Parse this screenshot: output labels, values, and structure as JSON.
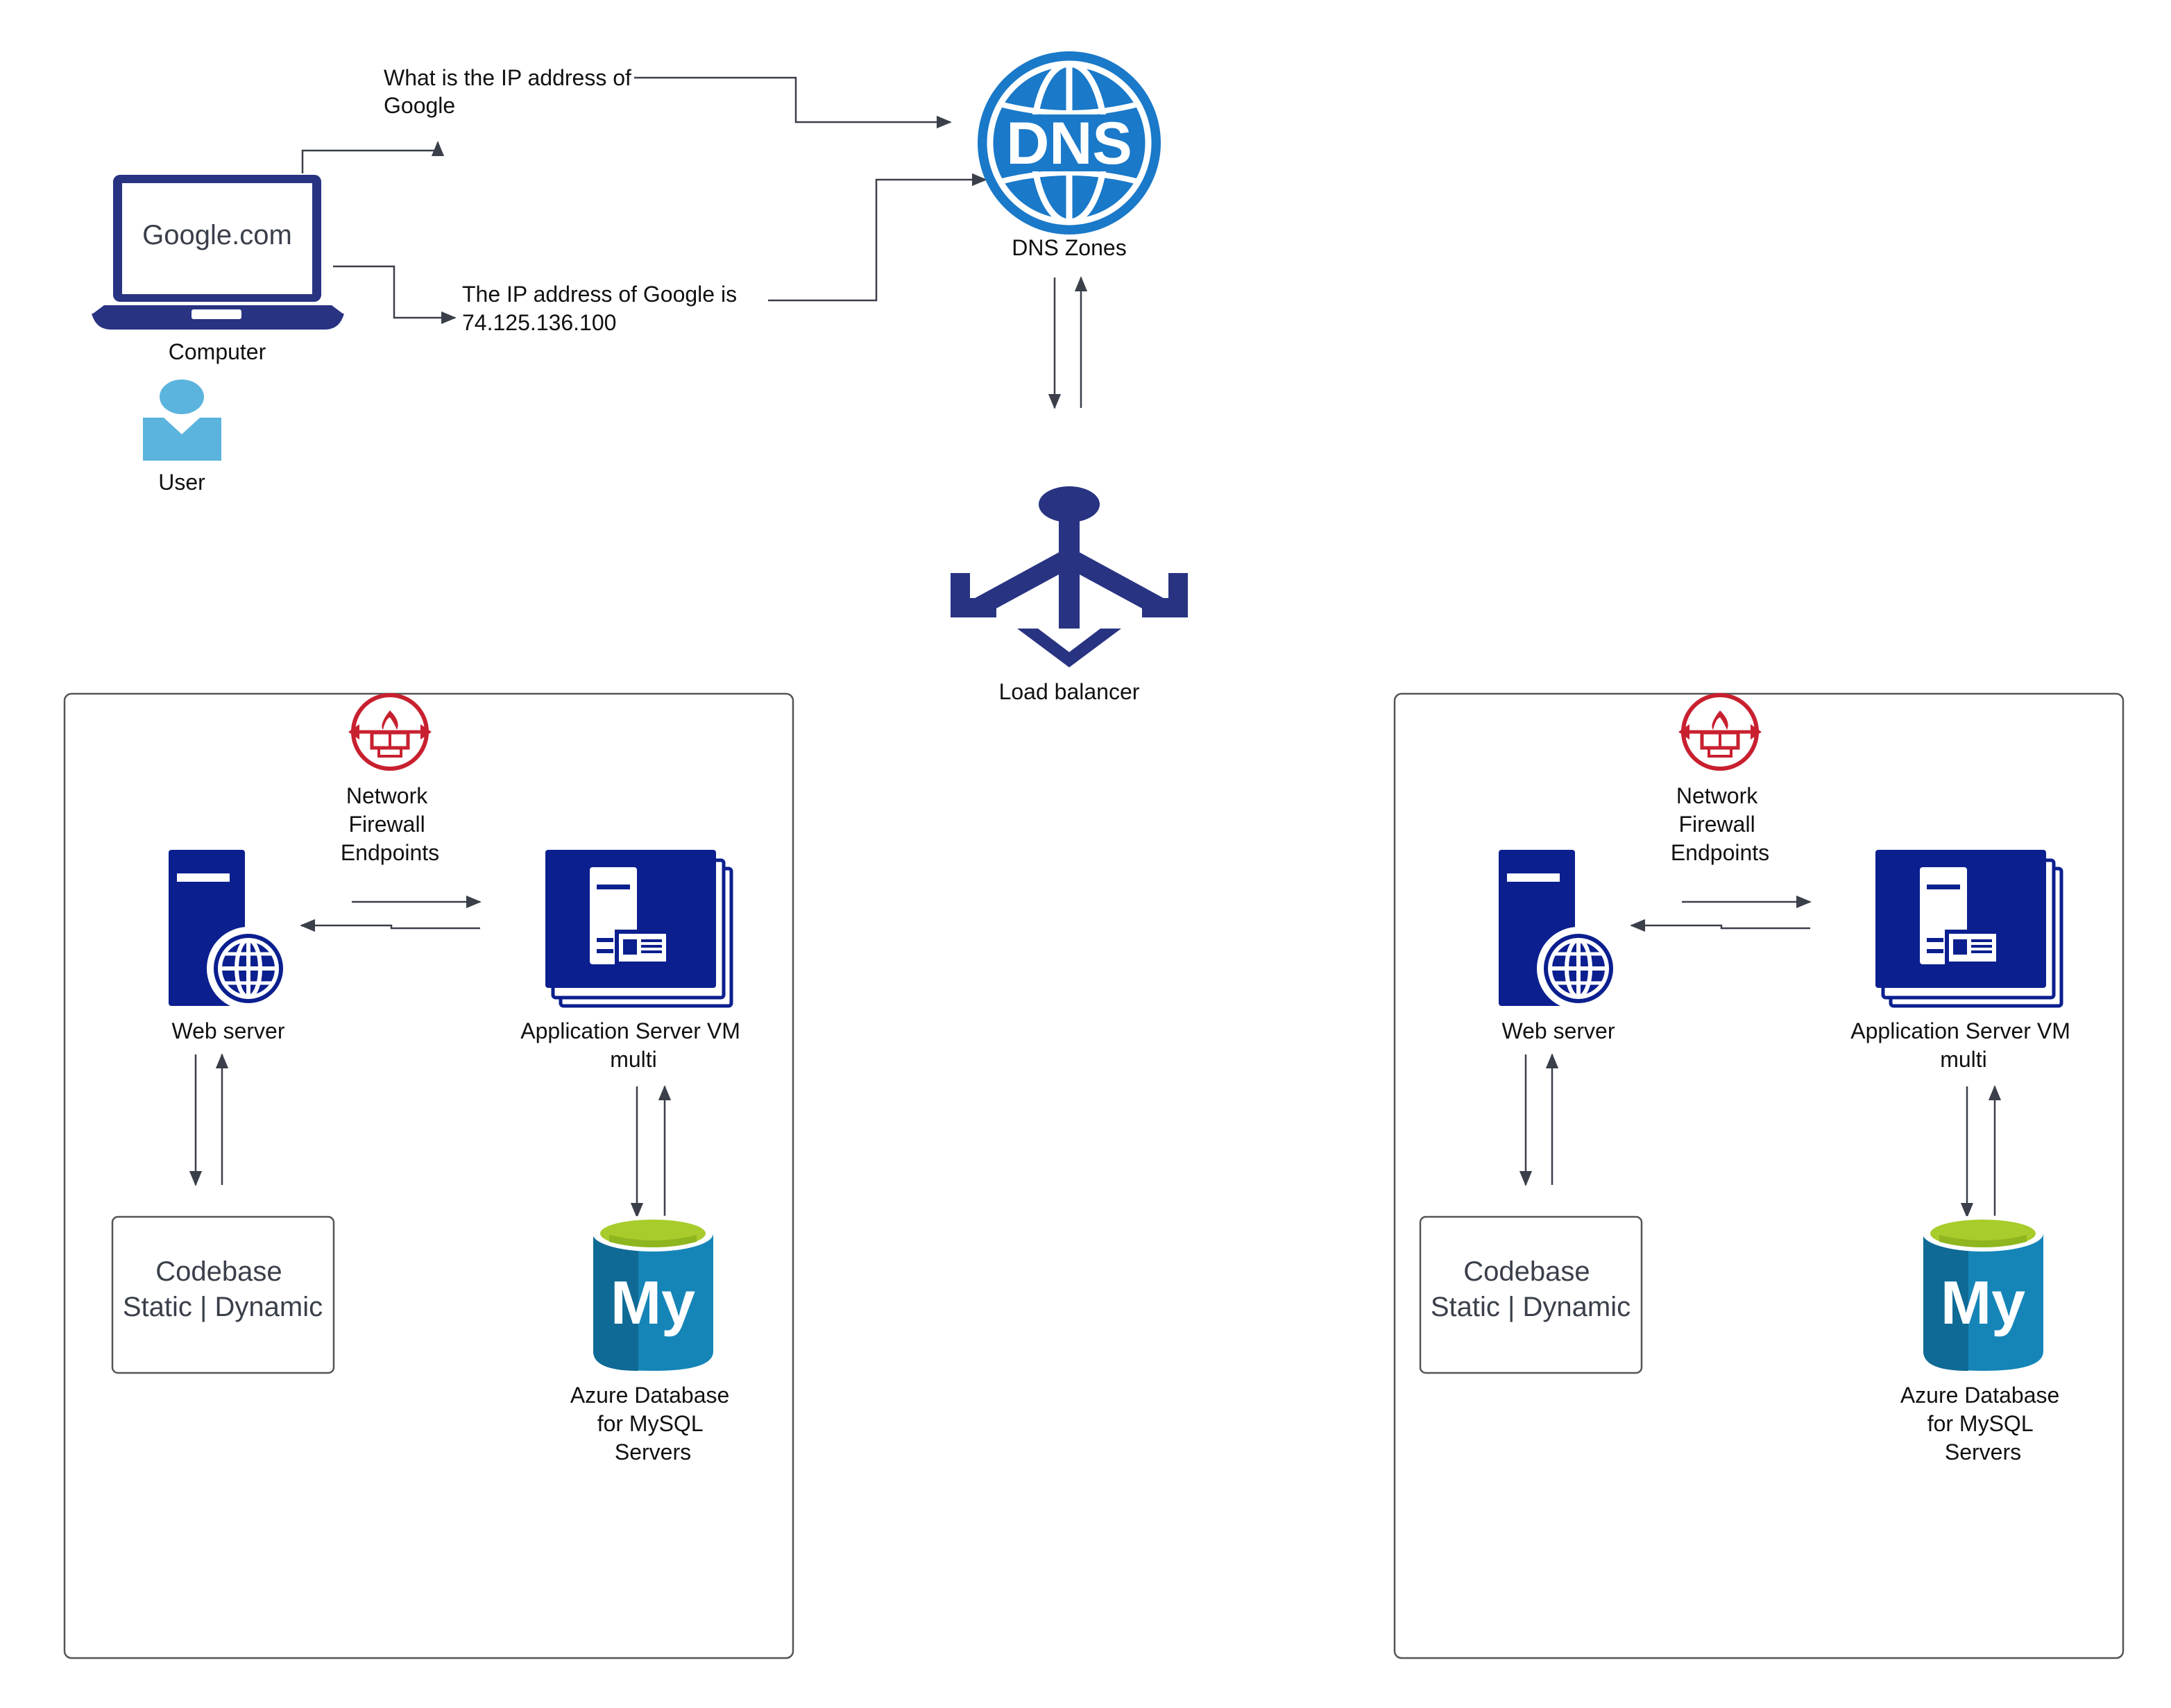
{
  "colors": {
    "navy": "#283382",
    "azure_navy": "#0b1f8f",
    "dns_blue": "#1a79c9",
    "user_blue": "#5bb4dd",
    "firewall_red": "#c8202f",
    "mysql_blue": "#1585b8",
    "mysql_lime": "#a7cc2b",
    "line": "#3a3f4a"
  },
  "computer": {
    "screen_text": "Google.com",
    "label": "Computer"
  },
  "user": {
    "label": "User"
  },
  "dns": {
    "badge": "DNS",
    "label": "DNS Zones"
  },
  "load_balancer": {
    "label": "Load balancer"
  },
  "messages": {
    "query": [
      "What is the IP address of",
      "Google"
    ],
    "response": [
      "The IP address of Google is",
      "74.125.136.100"
    ]
  },
  "regions": [
    {
      "firewall": [
        "Network",
        "Firewall",
        "Endpoints"
      ],
      "web_server": "Web server",
      "app_server": [
        "Application Server VM",
        "multi"
      ],
      "codebase": [
        "Codebase",
        "Static | Dynamic"
      ],
      "database_badge": "My",
      "database": [
        "Azure Database",
        "for MySQL",
        "Servers"
      ]
    },
    {
      "firewall": [
        "Network",
        "Firewall",
        "Endpoints"
      ],
      "web_server": "Web server",
      "app_server": [
        "Application Server VM",
        "multi"
      ],
      "codebase": [
        "Codebase",
        "Static | Dynamic"
      ],
      "database_badge": "My",
      "database": [
        "Azure Database",
        "for MySQL",
        "Servers"
      ]
    }
  ]
}
